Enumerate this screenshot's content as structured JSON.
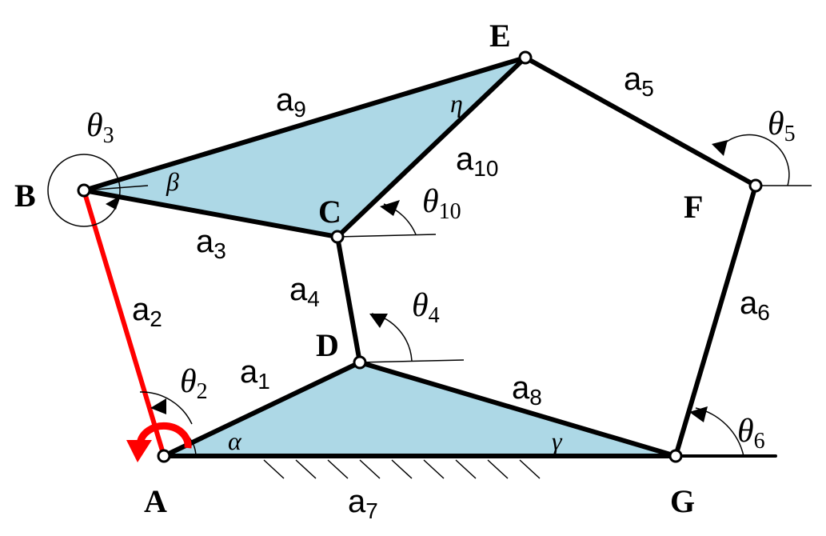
{
  "points": {
    "A": "A",
    "B": "B",
    "C": "C",
    "D": "D",
    "E": "E",
    "F": "F",
    "G": "G"
  },
  "links": {
    "a1": {
      "base": "a",
      "sub": "1"
    },
    "a2": {
      "base": "a",
      "sub": "2"
    },
    "a3": {
      "base": "a",
      "sub": "3"
    },
    "a4": {
      "base": "a",
      "sub": "4"
    },
    "a5": {
      "base": "a",
      "sub": "5"
    },
    "a6": {
      "base": "a",
      "sub": "6"
    },
    "a7": {
      "base": "a",
      "sub": "7"
    },
    "a8": {
      "base": "a",
      "sub": "8"
    },
    "a9": {
      "base": "a",
      "sub": "9"
    },
    "a10": {
      "base": "a",
      "sub": "10"
    }
  },
  "angles": {
    "t2": {
      "base": "θ",
      "sub": "2"
    },
    "t3": {
      "base": "θ",
      "sub": "3"
    },
    "t4": {
      "base": "θ",
      "sub": "4"
    },
    "t5": {
      "base": "θ",
      "sub": "5"
    },
    "t6": {
      "base": "θ",
      "sub": "6"
    },
    "t10": {
      "base": "θ",
      "sub": "10"
    },
    "alpha": "α",
    "beta": "β",
    "gamma": "γ",
    "eta": "η"
  },
  "colors": {
    "driver": "#ff0000",
    "shade": "#add8e6"
  }
}
